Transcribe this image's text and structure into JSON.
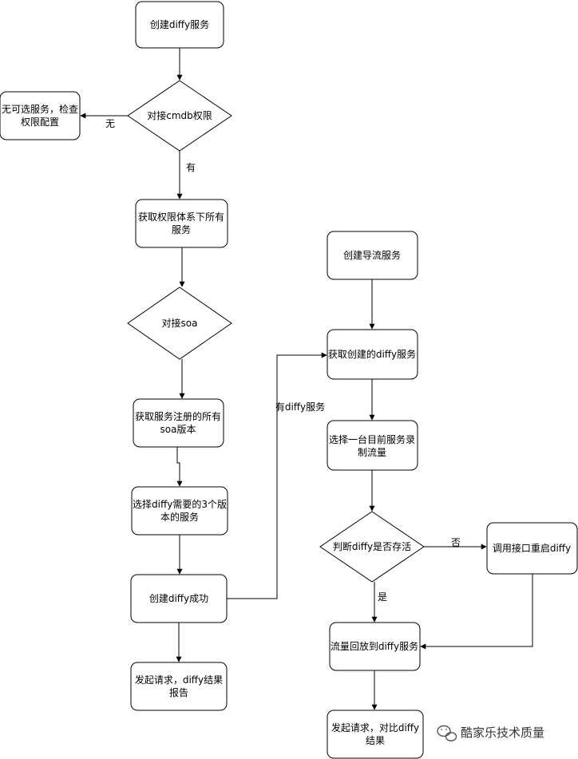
{
  "nodes": {
    "n1": "创建diffy服务",
    "d1": "对接cmdb权限",
    "n_none": [
      "无可选服务，检查",
      "权限配置"
    ],
    "n2": [
      "获取权限体系下所有",
      "服务"
    ],
    "d2": "对接soa",
    "n3": [
      "获取服务注册的所有",
      "soa版本"
    ],
    "n4": [
      "选择diffy需要的3个版",
      "本的服务"
    ],
    "n5": "创建diffy成功",
    "n6": [
      "发起请求，diffy结果",
      "报告"
    ],
    "r1": "创建导流服务",
    "r2": "获取创建的diffy服务",
    "r3": [
      "选择一台目前服务录",
      "制流量"
    ],
    "rd": "判断diffy是否存活",
    "r_restart": "调用接口重启diffy",
    "r4": "流量回放到diffy服务",
    "r5": [
      "发起请求，对比diffy",
      "结果"
    ]
  },
  "edge_labels": {
    "no": "无",
    "yes": "有",
    "has_diffy": "有diffy服务",
    "deny": "否",
    "ok": "是"
  },
  "watermark": "酷家乐技术质量"
}
